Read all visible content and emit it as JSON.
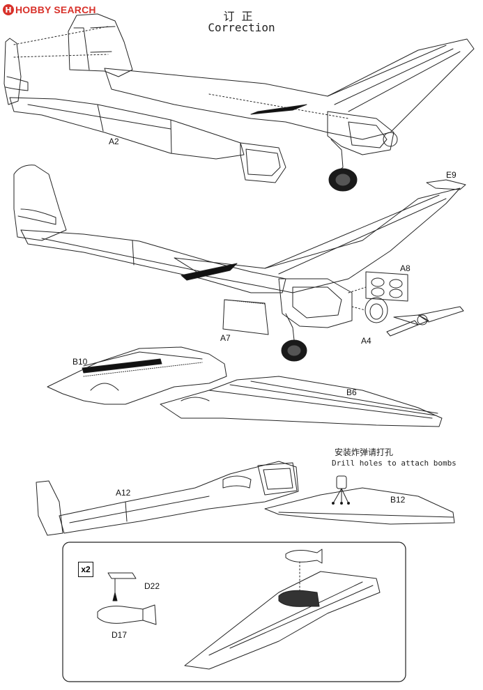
{
  "watermark": {
    "text": "HOBBY SEARCH",
    "logo_letter": "H"
  },
  "header": {
    "title_cn": "订正",
    "title_en": "Correction"
  },
  "parts": {
    "a2": "A2",
    "e9": "E9",
    "a8": "A8",
    "a7": "A7",
    "a4": "A4",
    "b10": "B10",
    "b6": "B6",
    "a12": "A12",
    "b12": "B12",
    "d22": "D22",
    "d17": "D17"
  },
  "notes": {
    "drill_cn": "安装炸弹请打孔",
    "drill_en": "Drill holes to attach bombs"
  },
  "inset": {
    "multiplier": "x2"
  }
}
